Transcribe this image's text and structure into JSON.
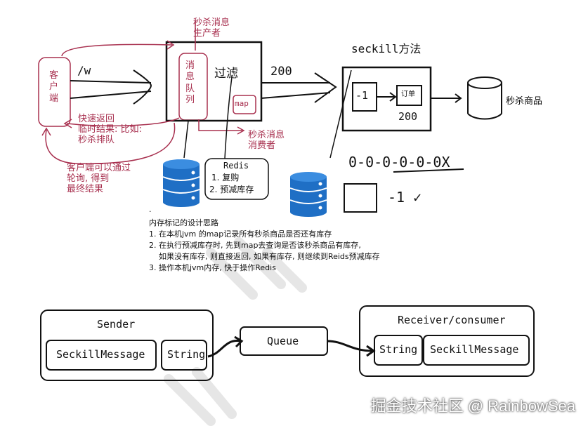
{
  "top": {
    "client_label": "客\n户\n端",
    "slash_w": "/w",
    "queue_label": "消\n息\n队\n列",
    "filter_label": "过滤",
    "map_label": "map",
    "producer_label": "秒杀消息\n生产者",
    "consumer_label": "秒杀消息\n消费者",
    "quick_return": "快速返回\n临时结果: 比如:\n秒杀排队",
    "poll_result": "客户端可以通过\n轮询, 得到\n最终结果",
    "status_200": "200",
    "seckill_method": "seckill方法",
    "minus_one": "-1",
    "order": "订单",
    "order_200": "200",
    "seckill_goods": "秒杀商品",
    "redis_title": "Redis",
    "redis_item1": "1. 复购",
    "redis_item2": "2. 预减库存",
    "stock_sequence": "0-0-0-0-0-0X",
    "minus_one_check": "-1 ✓"
  },
  "notes": {
    "dot": "·",
    "title": "内存标记的设计思路",
    "line1": "1.  在本机jvm 的map记录所有秒杀商品是否还有库存",
    "line2": "2. 在执行预减库存时, 先到map去查询是否该秒杀商品有库存,",
    "line3": "    如果没有库存, 则直接返回, 如果有库存, 则继续到Reids预减库存",
    "line4": "3. 操作本机jvm内存, 快于操作Redis"
  },
  "bottom": {
    "sender": "Sender",
    "seckill_message_left": "SeckillMessage",
    "string_left": "String",
    "queue": "Queue",
    "receiver": "Receiver/consumer",
    "string_right": "String",
    "seckill_message_right": "SeckillMessage"
  },
  "watermark": "掘金技术社区 @ RainbowSea",
  "colors": {
    "accent": "#a8304f",
    "db_blue": "#1f6fc5",
    "ink": "#111111"
  }
}
